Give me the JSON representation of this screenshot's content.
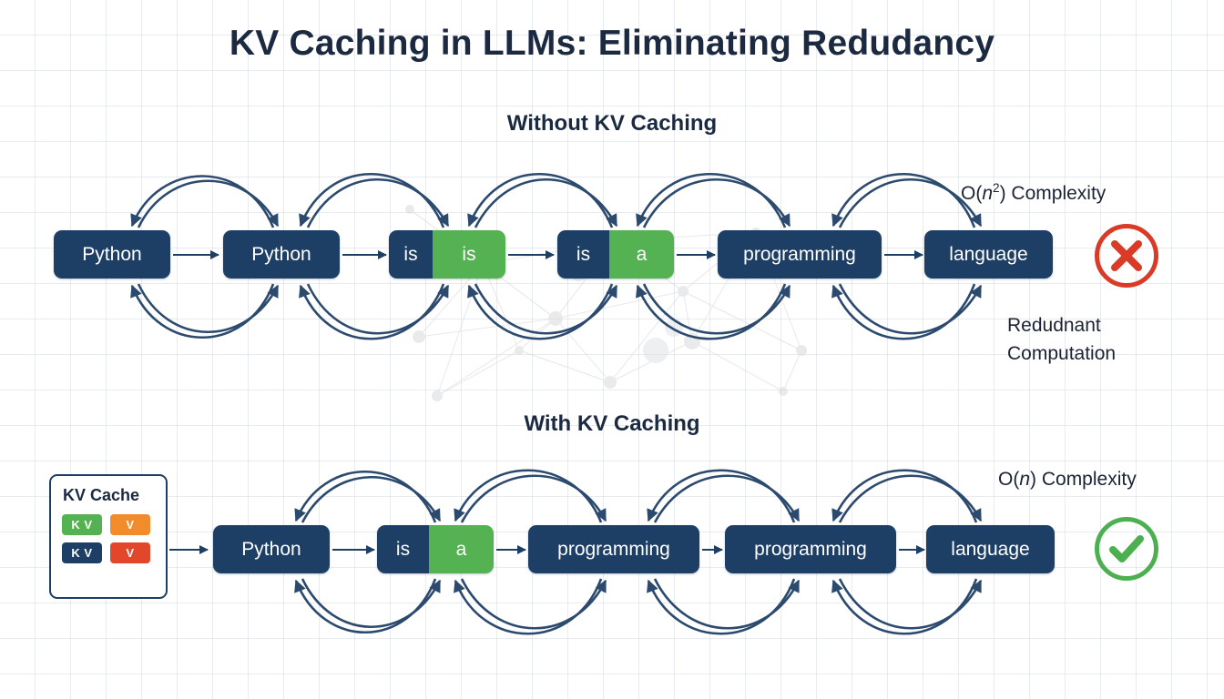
{
  "title": "KV Caching in LLMs: Eliminating Redudancy",
  "colors": {
    "navy": "#1d3f66",
    "green": "#55b252",
    "orange": "#f28b2b",
    "red": "#e2472c",
    "check_green": "#4caf50",
    "cross_red": "#d93b27",
    "background": "#ffffff",
    "grid": "#b4becd"
  },
  "sections": [
    {
      "id": "without",
      "heading": "Without KV Caching",
      "tokens": [
        {
          "left": "Python",
          "right": null,
          "split": false
        },
        {
          "left": "Python",
          "right": null,
          "split": false
        },
        {
          "left": "is",
          "right": "is",
          "split": true
        },
        {
          "left": "is",
          "right": "a",
          "split": true
        },
        {
          "left": "programming",
          "right": null,
          "split": false
        },
        {
          "left": "language",
          "right": null,
          "split": false
        }
      ],
      "notes": {
        "complexity_prefix": "O(",
        "complexity_var": "n",
        "complexity_sup": "2",
        "complexity_suffix": ") Complexity",
        "complexity_full": "O(n2) Complexity",
        "secondary_line1": "Redudnant",
        "secondary_line2": "Computation"
      },
      "status_icon": "circle-x-icon",
      "status_meaning": "inefficient"
    },
    {
      "id": "with",
      "heading": "With KV Caching",
      "tokens": [
        {
          "left": "Python",
          "right": null,
          "split": false
        },
        {
          "left": "is",
          "right": "a",
          "split": true
        },
        {
          "left": "programming",
          "right": null,
          "split": false
        },
        {
          "left": "programming",
          "right": null,
          "split": false
        },
        {
          "left": "language",
          "right": null,
          "split": false
        }
      ],
      "notes": {
        "complexity_prefix": "O(",
        "complexity_var": "n",
        "complexity_suffix": ") Complexity",
        "complexity_full": "O(n) Complexity"
      },
      "status_icon": "circle-check-icon",
      "status_meaning": "efficient"
    }
  ],
  "kv_cache": {
    "title": "KV Cache",
    "chips": [
      {
        "label": "K V",
        "color": "green"
      },
      {
        "label": "V",
        "color": "orange"
      },
      {
        "label": "K V",
        "color": "navy"
      },
      {
        "label": "V",
        "color": "red"
      }
    ]
  }
}
